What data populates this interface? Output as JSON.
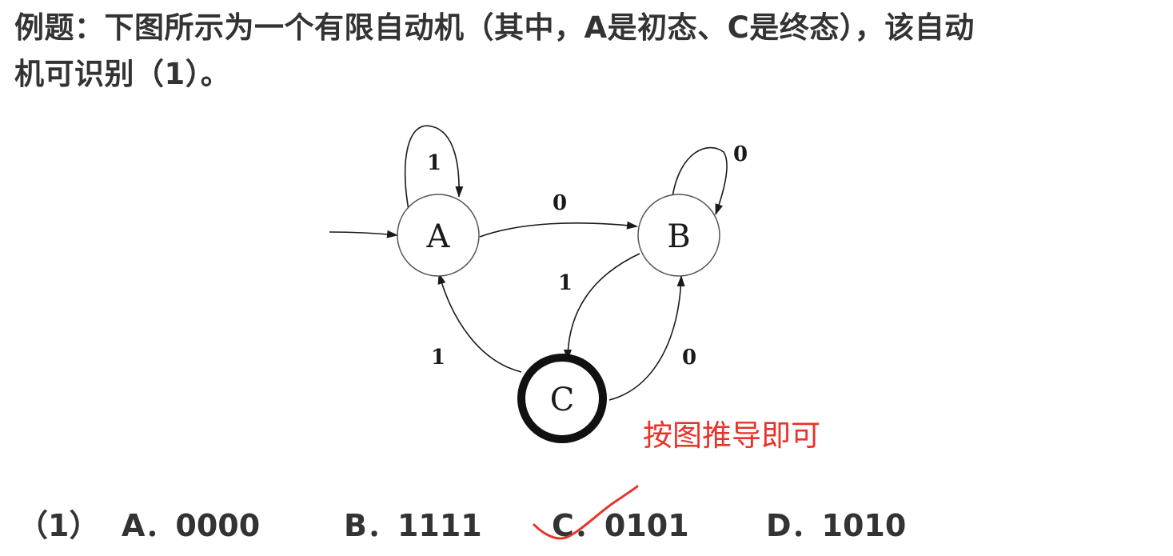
{
  "question": {
    "line1": "例题：下图所示为一个有限自动机（其中，A是初态、C是终态），该自动",
    "line2": "机可识别（1）。"
  },
  "diagram": {
    "states": [
      {
        "id": "A",
        "label": "A",
        "initial": true,
        "final": false
      },
      {
        "id": "B",
        "label": "B",
        "initial": false,
        "final": false
      },
      {
        "id": "C",
        "label": "C",
        "initial": false,
        "final": true
      }
    ],
    "transitions": [
      {
        "from": "A",
        "to": "A",
        "label": "1"
      },
      {
        "from": "A",
        "to": "B",
        "label": "0"
      },
      {
        "from": "B",
        "to": "B",
        "label": "0"
      },
      {
        "from": "B",
        "to": "C",
        "label": "1"
      },
      {
        "from": "C",
        "to": "A",
        "label": "1"
      },
      {
        "from": "C",
        "to": "B",
        "label": "0"
      }
    ]
  },
  "annotation": {
    "text": "按图推导即可",
    "color": "#e8332a"
  },
  "options": {
    "number": "（1）",
    "a": "A．0000",
    "b": "B．1111",
    "c": "C．0101",
    "d": "D．1010"
  },
  "colors": {
    "text": "#333333",
    "stroke": "#1a1a1a",
    "mark": "#e8332a"
  }
}
